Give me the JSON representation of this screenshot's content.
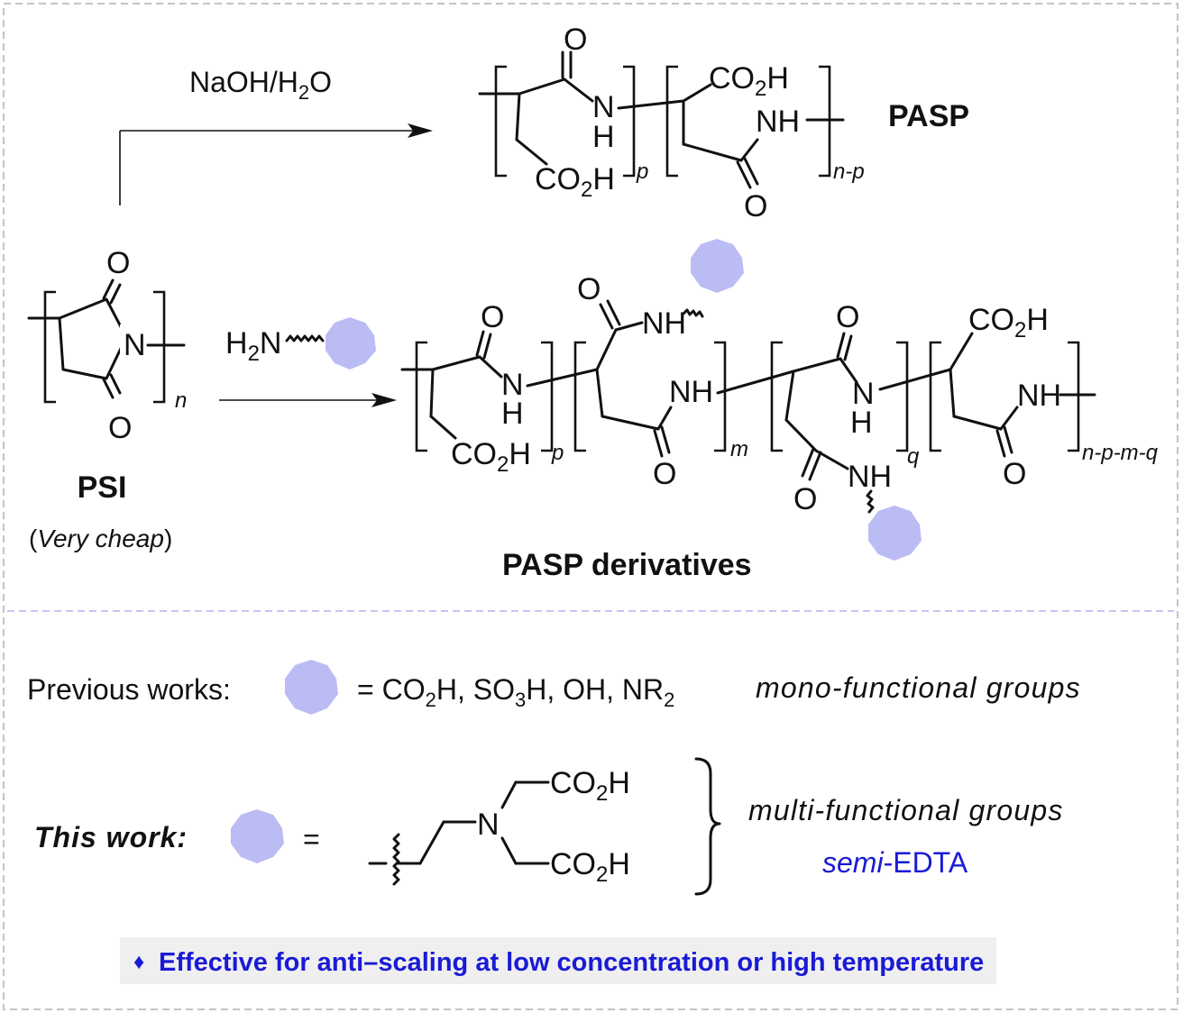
{
  "reagents": {
    "hydrolysis": "NaOH/H2O",
    "amine": "H2N"
  },
  "compounds": {
    "psi_name": "PSI",
    "psi_note": "Very cheap",
    "pasp_name": "PASP",
    "derivatives_name": "PASP derivatives"
  },
  "atoms": {
    "O": "O",
    "N": "N",
    "NH": "NH",
    "H": "H",
    "CO2H": "CO2H"
  },
  "indices": {
    "n": "n",
    "p": "p",
    "m": "m",
    "q": "q",
    "n_minus_p": "n-p",
    "n_minus_pmq": "n-p-m-q"
  },
  "legend": {
    "previous_label": "Previous works:",
    "previous_groups": "= CO2H, SO3H, OH, NR2",
    "previous_type": "mono-functional groups",
    "this_label": "This work:",
    "equals": "=",
    "this_type": "multi-functional groups",
    "this_prefix": "semi",
    "this_suffix": "-EDTA"
  },
  "banner": {
    "bullet": "♦",
    "text": "Effective for anti–scaling at low concentration or high temperature"
  },
  "colors": {
    "group_blob": "#bbbcf4",
    "accent_blue": "#1a1ad6",
    "banner_bg": "#efefef",
    "dash_gray": "#c4c4c4",
    "dash_violet": "#c7c6f2"
  }
}
